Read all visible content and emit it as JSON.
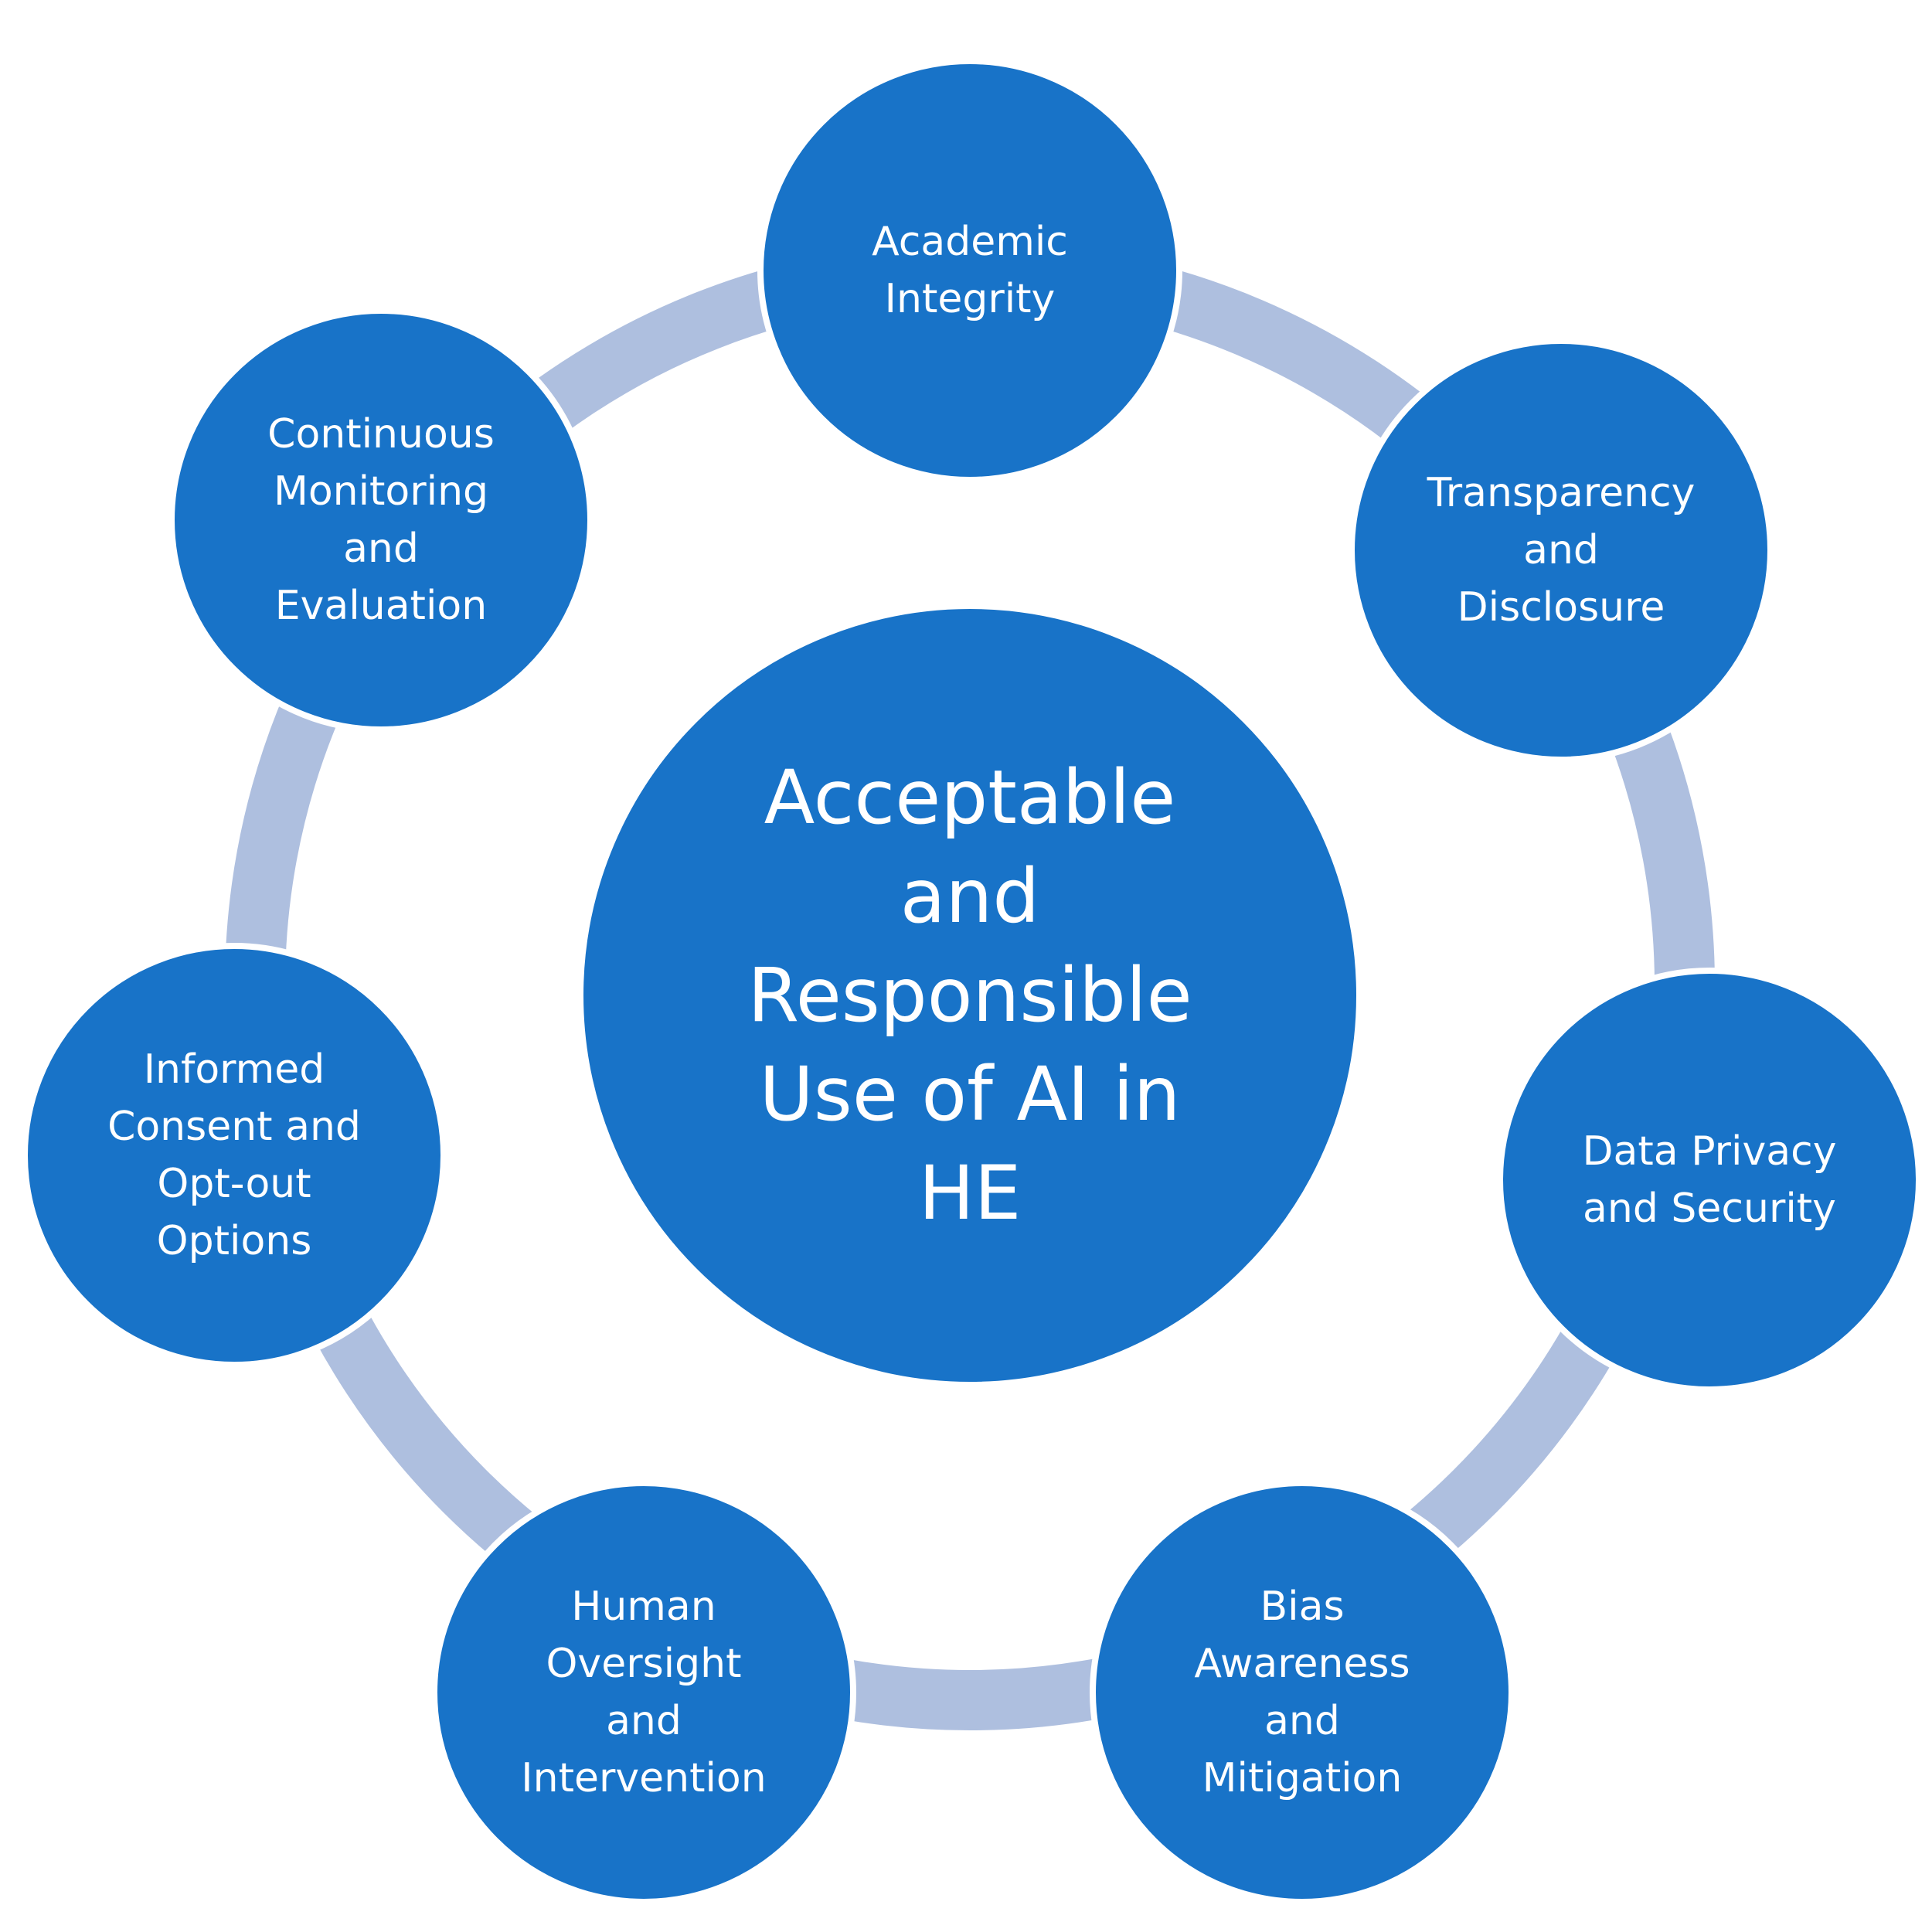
{
  "diagram": {
    "center": {
      "label": "Acceptable\nand\nResponsible\nUse of AI in\nHE"
    },
    "nodes": [
      {
        "label": "Academic\nIntegrity"
      },
      {
        "label": "Transparency\nand\nDisclosure"
      },
      {
        "label": "Data Privacy\nand Security"
      },
      {
        "label": "Bias\nAwareness\nand\nMitigation"
      },
      {
        "label": "Human\nOversight\nand\nIntervention"
      },
      {
        "label": "Informed\nConsent and\nOpt-out\nOptions"
      },
      {
        "label": "Continuous\nMonitoring\nand\nEvaluation"
      }
    ],
    "colors": {
      "node_fill": "#1873c8",
      "ring": "#aebfdf",
      "text": "#ffffff",
      "background": "#ffffff"
    }
  }
}
